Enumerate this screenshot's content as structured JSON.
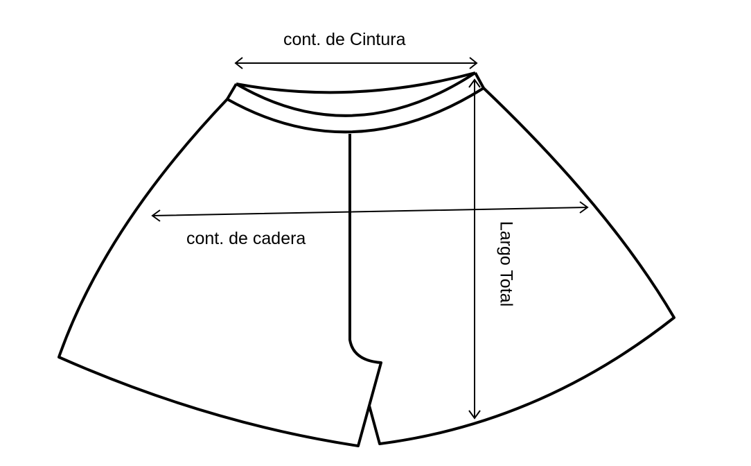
{
  "labels": {
    "waist": "cont. de Cintura",
    "hip": "cont. de cadera",
    "length": "Largo Total"
  },
  "colors": {
    "line": "#000000",
    "background": "#ffffff"
  }
}
